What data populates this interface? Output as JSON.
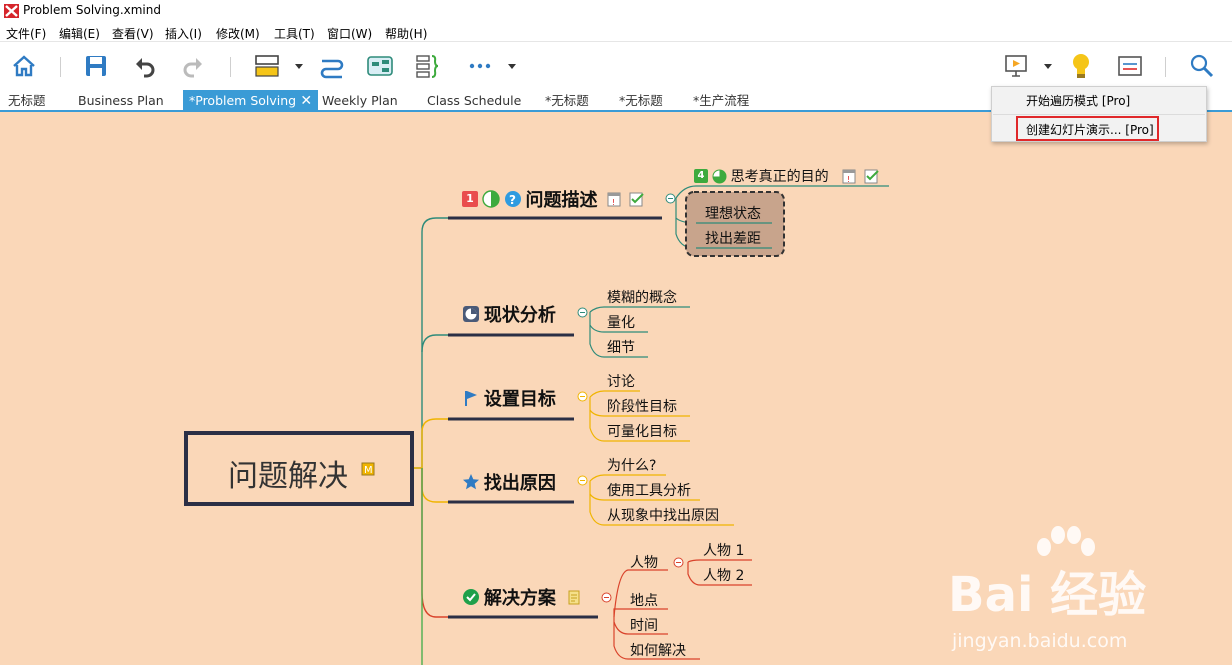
{
  "window": {
    "title": "Problem Solving.xmind"
  },
  "menu": [
    "文件(F)",
    "编辑(E)",
    "查看(V)",
    "插入(I)",
    "修改(M)",
    "工具(T)",
    "窗口(W)",
    "帮助(H)"
  ],
  "toolbar": {
    "icons": [
      "home-icon",
      "save-icon",
      "undo-icon",
      "redo-icon",
      "topic-style-icon",
      "relationship-icon",
      "boundary-icon",
      "summary-icon",
      "more-icon",
      "presentation-icon",
      "idea-icon",
      "panel-icon",
      "search-icon"
    ]
  },
  "tabs": [
    "无标题",
    "Business Plan",
    "*Problem Solving",
    "Weekly Plan",
    "Class Schedule",
    "*无标题",
    "*无标题",
    "*生产流程"
  ],
  "active_tab": "*Problem Solving",
  "presentation_menu": {
    "items": [
      "开始遍历模式 [Pro]",
      "创建幻灯片演示... [Pro]"
    ],
    "highlighted": "创建幻灯片演示... [Pro]"
  },
  "mindmap": {
    "root": "问题解决",
    "topics": [
      {
        "label": "问题描述",
        "markers": [
          "priority-1",
          "progress-half",
          "help"
        ],
        "badge": "1",
        "children": [
          {
            "label": "思考真正的目的",
            "badge": "4"
          },
          {
            "label": "理想状态"
          },
          {
            "label": "找出差距"
          }
        ]
      },
      {
        "label": "现状分析",
        "children": [
          {
            "label": "模糊的概念"
          },
          {
            "label": "量化"
          },
          {
            "label": "细节"
          }
        ]
      },
      {
        "label": "设置目标",
        "children": [
          {
            "label": "讨论"
          },
          {
            "label": "阶段性目标"
          },
          {
            "label": "可量化目标"
          }
        ]
      },
      {
        "label": "找出原因",
        "children": [
          {
            "label": "为什么?"
          },
          {
            "label": "使用工具分析"
          },
          {
            "label": "从现象中找出原因"
          }
        ]
      },
      {
        "label": "解决方案",
        "children": [
          {
            "label": "人物",
            "children": [
              {
                "label": "人物 1"
              },
              {
                "label": "人物 2"
              }
            ]
          },
          {
            "label": "地点"
          },
          {
            "label": "时间"
          },
          {
            "label": "如何解决"
          }
        ]
      }
    ]
  },
  "watermark": {
    "brand": "Bai 经验",
    "url": "jingyan.baidu.com"
  },
  "colors": {
    "canvas": "#fad7b8",
    "accent_tab": "#3a9bd6",
    "topic_line_teal": "#2e8b7a",
    "topic_line_yellow": "#f0b400",
    "topic_line_red": "#d9432b",
    "topic_line_green": "#4caf50",
    "root_border": "#2b2f45",
    "highlight_red": "#e0282a"
  }
}
